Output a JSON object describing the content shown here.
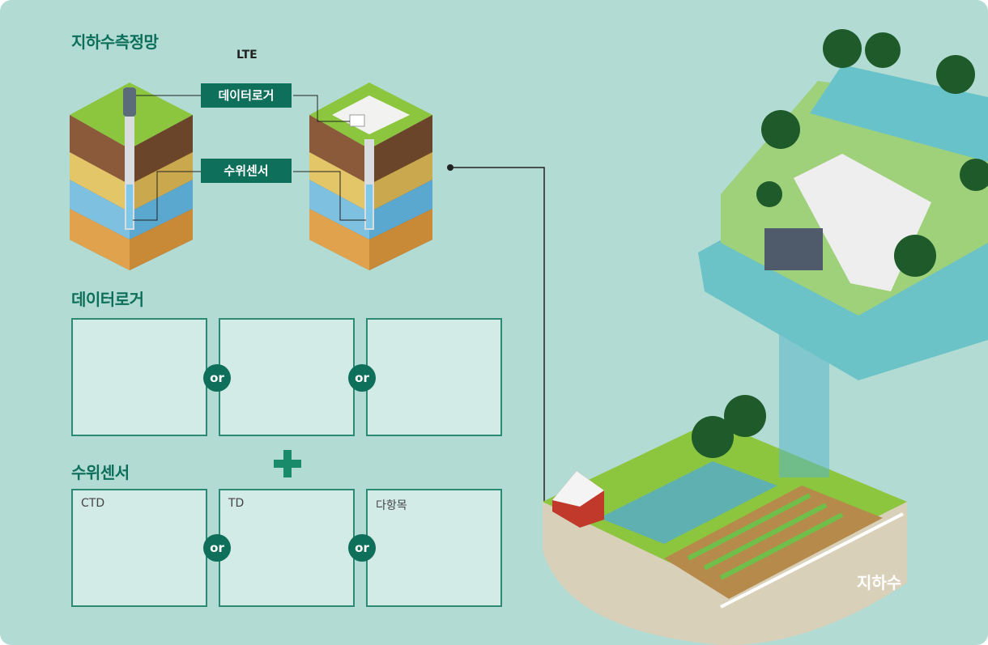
{
  "title": "지하수측정망",
  "lte_label": "LTE",
  "callouts": {
    "logger": "데이터로거",
    "sensor": "수위센서"
  },
  "logger_section": {
    "heading": "데이터로거",
    "connector": "or"
  },
  "sensor_section": {
    "heading": "수위센서",
    "connector": "or",
    "items": [
      "CTD",
      "TD",
      "다항목"
    ]
  },
  "groundwater_label": "지하수",
  "colors": {
    "background": "#b2dbd3",
    "accent": "#0e6f5b",
    "card_border": "#2c8a72",
    "grass": "#8cc63f"
  }
}
